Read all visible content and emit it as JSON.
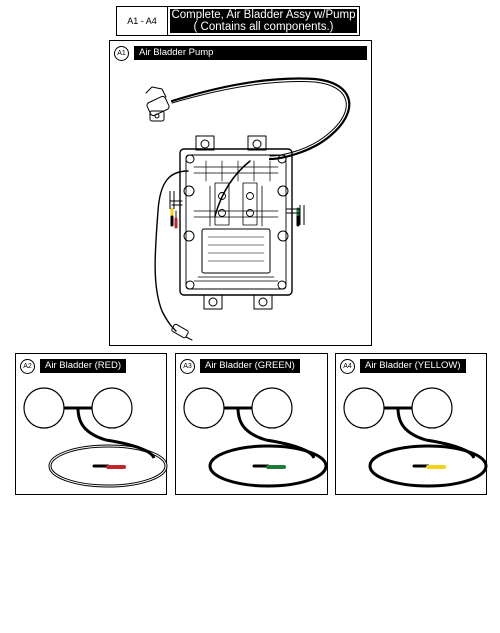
{
  "header": {
    "code": "A1 - A4",
    "title_line1": "Complete, Air Bladder Assy w/Pump",
    "title_line2": "( Contains all components.)"
  },
  "panels": [
    {
      "id": "A1",
      "label": "Air Bladder Pump",
      "wire_color": "#000000"
    },
    {
      "id": "A2",
      "label": "Air Bladder (RED)",
      "wire_color": "#c0272d"
    },
    {
      "id": "A3",
      "label": "Air Bladder (GREEN)",
      "wire_color": "#1e7a3a"
    },
    {
      "id": "A4",
      "label": "Air Bladder (YELLOW)",
      "wire_color": "#f2d21b"
    }
  ],
  "colors": {
    "red": "#c0272d",
    "green": "#1e7a3a",
    "yellow": "#f2d21b"
  }
}
